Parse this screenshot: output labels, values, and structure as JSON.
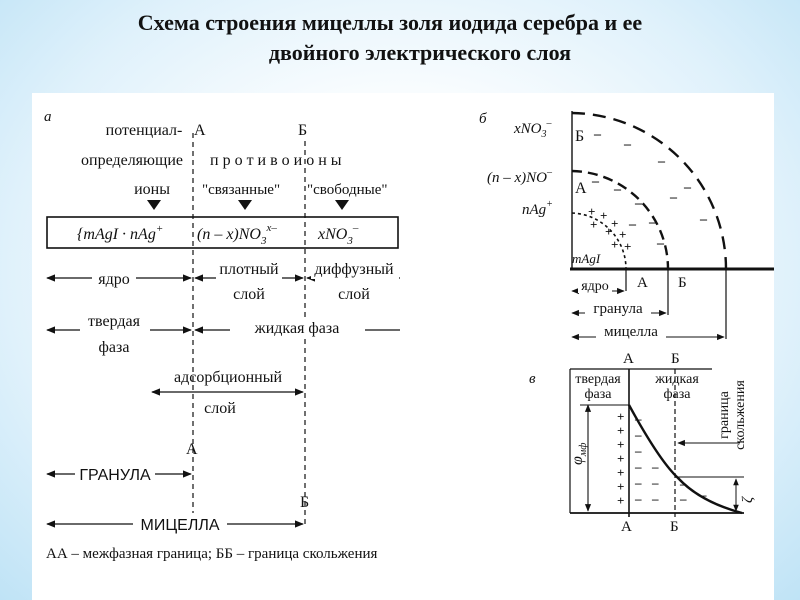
{
  "title": {
    "line1": "Схема строения мицеллы золя иодида серебра и ее",
    "line2": "двойного электрического слоя"
  },
  "panel_a": {
    "letter": "а",
    "col_ions": [
      "потенциал-",
      "определяющие",
      "ионы"
    ],
    "marker_A": "А",
    "marker_B": "Б",
    "counter_ions": "п р о т и в о и о н ы",
    "bound": "\"связанные\"",
    "free": "\"свободные\"",
    "formula_core": "{mAgI · nAg",
    "formula_core_sup": "+",
    "formula_mid": "(n – x)NO",
    "formula_mid_sub": "3",
    "formula_mid_sup": "x–",
    "formula_end": "xNO",
    "formula_end_sub": "3",
    "formula_end_sup": "–",
    "core": "ядро",
    "dense": [
      "плотный",
      "слой"
    ],
    "diffuse": [
      "диффузный",
      "слой"
    ],
    "solid": [
      "твердая",
      "фаза"
    ],
    "liquid": "жидкая  фаза",
    "adsorption": [
      "адсорбционный",
      "слой"
    ],
    "granule": "ГРАНУЛА",
    "micelle": "МИЦЕЛЛА",
    "legend": "АА – межфазная граница; ББ – граница скольжения"
  },
  "panel_b": {
    "letter": "б",
    "xno3": "xNO",
    "xno3_sub": "3",
    "xno3_sup": "–",
    "nxno": "(n – x)NO",
    "nxno_sup": "–",
    "nag": "nAg",
    "nag_sup": "+",
    "magi": "mAgI",
    "label_A": "А",
    "label_B": "Б",
    "core": "ядро",
    "granule": "гранула",
    "micelle": "мицелла"
  },
  "panel_c": {
    "letter": "в",
    "top_A": "А",
    "top_B": "Б",
    "solid": [
      "твердая",
      "фаза"
    ],
    "liquid": [
      "жидкая",
      "фаза"
    ],
    "phi": "φ",
    "phi_sub": "мф",
    "slip": [
      "граница",
      "скольжения"
    ],
    "zeta": "ζ",
    "bot_A": "А",
    "bot_B": "Б"
  }
}
